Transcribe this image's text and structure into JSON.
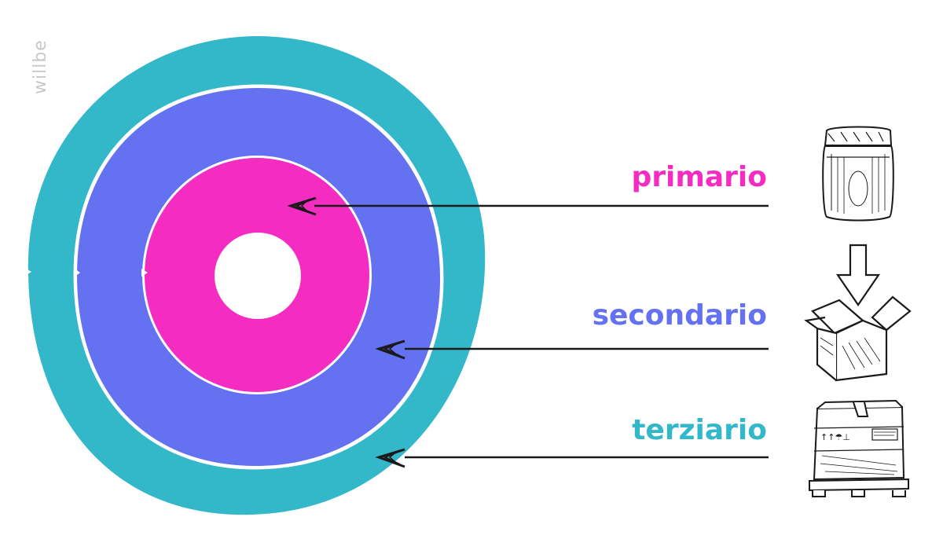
{
  "watermark": "willbe",
  "layers": [
    {
      "label": "primario",
      "color": "#f52cc1",
      "icon": "jar-icon"
    },
    {
      "label": "secondario",
      "color": "#6471f1",
      "icon": "box-icon"
    },
    {
      "label": "terziario",
      "color": "#33b8c9",
      "icon": "pallet-box-icon"
    }
  ]
}
